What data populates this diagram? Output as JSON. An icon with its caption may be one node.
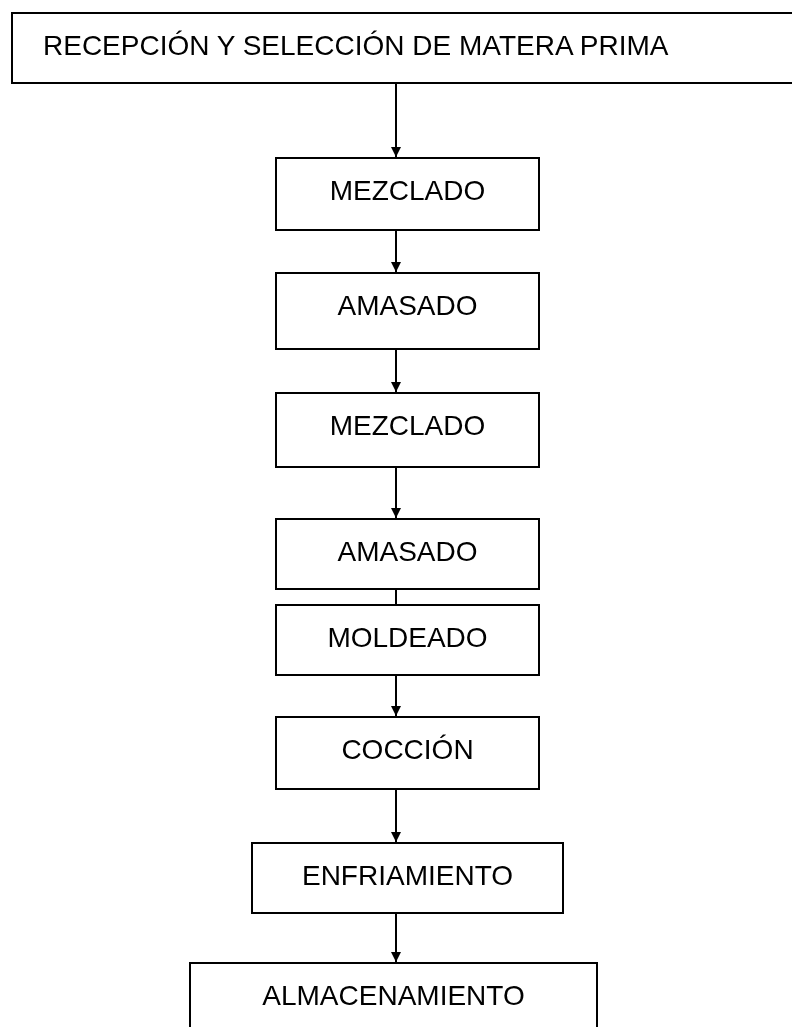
{
  "diagram": {
    "nodes": [
      {
        "text": [
          "RECEPCIÓN Y SELECCIÓN DE MATERA PRIMA"
        ]
      },
      {
        "text": [
          "MEZCLADO"
        ]
      },
      {
        "text": [
          "AMASADO"
        ]
      },
      {
        "text": [
          "MEZCLADO"
        ]
      },
      {
        "text": [
          "AMASADO"
        ]
      },
      {
        "text": [
          "MOLDEADO"
        ]
      },
      {
        "text": [
          "COCCIÓN"
        ]
      },
      {
        "text": [
          "ENFRIAMIENTO"
        ]
      },
      {
        "text": [
          "ALMACENAMIENTO"
        ]
      }
    ],
    "edges": [
      {
        "from": 0,
        "to": 1,
        "arrow": "to"
      },
      {
        "from": 1,
        "to": 2,
        "arrow": "to"
      },
      {
        "from": 2,
        "to": 3,
        "arrow": "to"
      },
      {
        "from": 3,
        "to": 4,
        "arrow": "to"
      },
      {
        "from": 4,
        "to": 5,
        "arrow": "none"
      },
      {
        "from": 5,
        "to": 6,
        "arrow": "to"
      },
      {
        "from": 6,
        "to": 7,
        "arrow": "to"
      },
      {
        "from": 7,
        "to": 8,
        "arrow": "to"
      }
    ]
  }
}
